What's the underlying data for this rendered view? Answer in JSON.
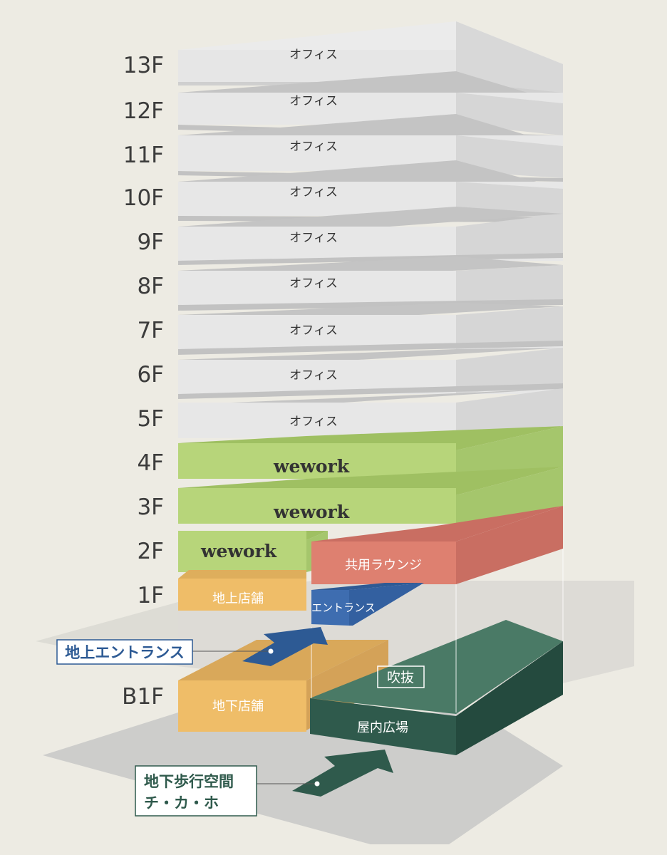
{
  "floor_labels": [
    "13F",
    "12F",
    "11F",
    "10F",
    "9F",
    "8F",
    "7F",
    "6F",
    "5F",
    "4F",
    "3F",
    "2F",
    "1F",
    "B1F"
  ],
  "office_label": "オフィス",
  "wework_label": "wework",
  "lounge_label": "共用ラウンジ",
  "entrance_label": "エントランス",
  "ground_shops_label": "地上店舗",
  "basement_shops_label": "地下店舗",
  "void_label": "吹抜",
  "indoor_plaza_label": "屋内広場",
  "ground_entrance_callout": "地上エントランス",
  "underground_callout": [
    "地下歩行空間",
    "チ・カ・ホ"
  ],
  "colors": {
    "background": "#edebe3",
    "office_front": "#e6e6e6",
    "office_side": "#d2d2d2",
    "office_top": "#c4c4c4",
    "wework_front": "#b7d57a",
    "wework_side": "#a5c66c",
    "lounge": "#de8070",
    "entrance": "#3e6db0",
    "shops": "#efbd68",
    "plaza_green": "#4a7a66",
    "plaza_dark": "#2f5a4c",
    "blue_text": "#2d5a94",
    "green_text": "#2f5a4c"
  }
}
